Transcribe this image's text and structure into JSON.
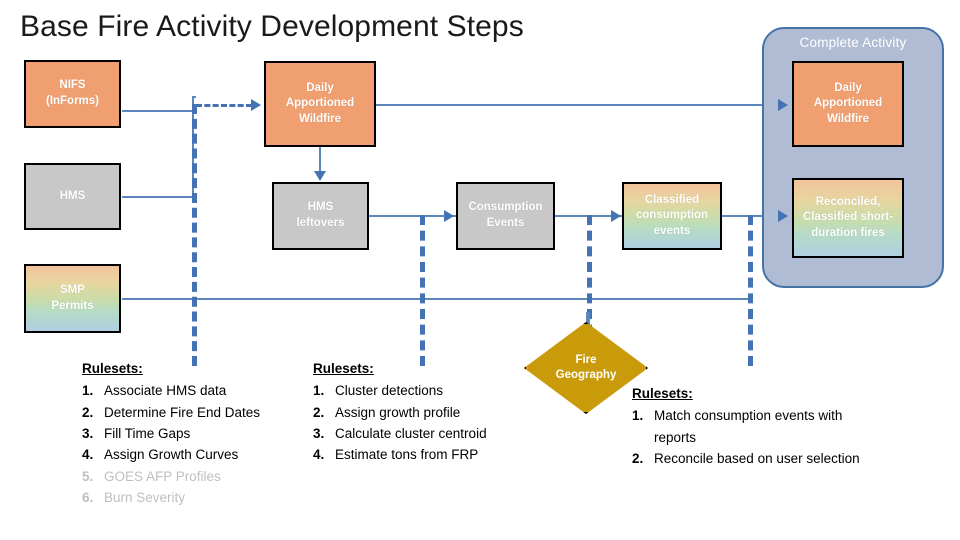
{
  "title": "Base Fire Activity Development Steps",
  "nodes": {
    "nifs": "NIFS\n(InForms)",
    "nifs_lines": [
      "NIFS",
      "(InForms)"
    ],
    "hms": "HMS",
    "smp_permits_lines": [
      "SMP",
      "Permits"
    ],
    "daily_apportioned_wildfire_lines": [
      "Daily",
      "Apportioned",
      "Wildfire"
    ],
    "hms_leftovers_lines": [
      "HMS",
      "leftovers"
    ],
    "consumption_events_lines": [
      "Consumption",
      "Events"
    ],
    "classified_consumption_events_lines": [
      "Classified",
      "consumption",
      "events"
    ],
    "complete_activity_label": "Complete Activity",
    "ca_daily_apportioned_wildfire_lines": [
      "Daily",
      "Apportioned",
      "Wildfire"
    ],
    "ca_reconciled_lines": [
      "Reconciled,",
      "Classified short-",
      "duration fires"
    ],
    "fire_geography_lines": [
      "Fire",
      "Geography"
    ]
  },
  "rulesets": [
    {
      "title": "Rulesets:",
      "items": [
        {
          "num": "1.",
          "text": "Associate HMS data",
          "dim": false
        },
        {
          "num": "2.",
          "text": "Determine Fire End Dates",
          "dim": false
        },
        {
          "num": "3.",
          "text": "Fill Time Gaps",
          "dim": false
        },
        {
          "num": "4.",
          "text": "Assign Growth Curves",
          "dim": false
        },
        {
          "num": "5.",
          "text": "GOES AFP Profiles",
          "dim": true
        },
        {
          "num": "6.",
          "text": "Burn Severity",
          "dim": true
        }
      ]
    },
    {
      "title": "Rulesets:",
      "items": [
        {
          "num": "1.",
          "text": "Cluster detections",
          "dim": false
        },
        {
          "num": "2.",
          "text": "Assign growth profile",
          "dim": false
        },
        {
          "num": "3.",
          "text": "Calculate cluster centroid",
          "dim": false
        },
        {
          "num": "4.",
          "text": "Estimate tons from FRP",
          "dim": false
        }
      ]
    },
    {
      "title": "Rulesets:",
      "items": [
        {
          "num": "1.",
          "text": "Match consumption events with reports",
          "dim": false
        },
        {
          "num": "2.",
          "text": "Reconcile based on user selection",
          "dim": false
        }
      ]
    }
  ],
  "colors": {
    "orange": "#F0A070",
    "gray": "#C8C8C8",
    "connector_blue": "#5B87BC",
    "dashed_blue": "#4472B4",
    "container_fill": "#AFBCD4",
    "container_border": "#4672A8",
    "diamond_gold": "#C99A09",
    "dim_text": "#BFBFBF"
  }
}
